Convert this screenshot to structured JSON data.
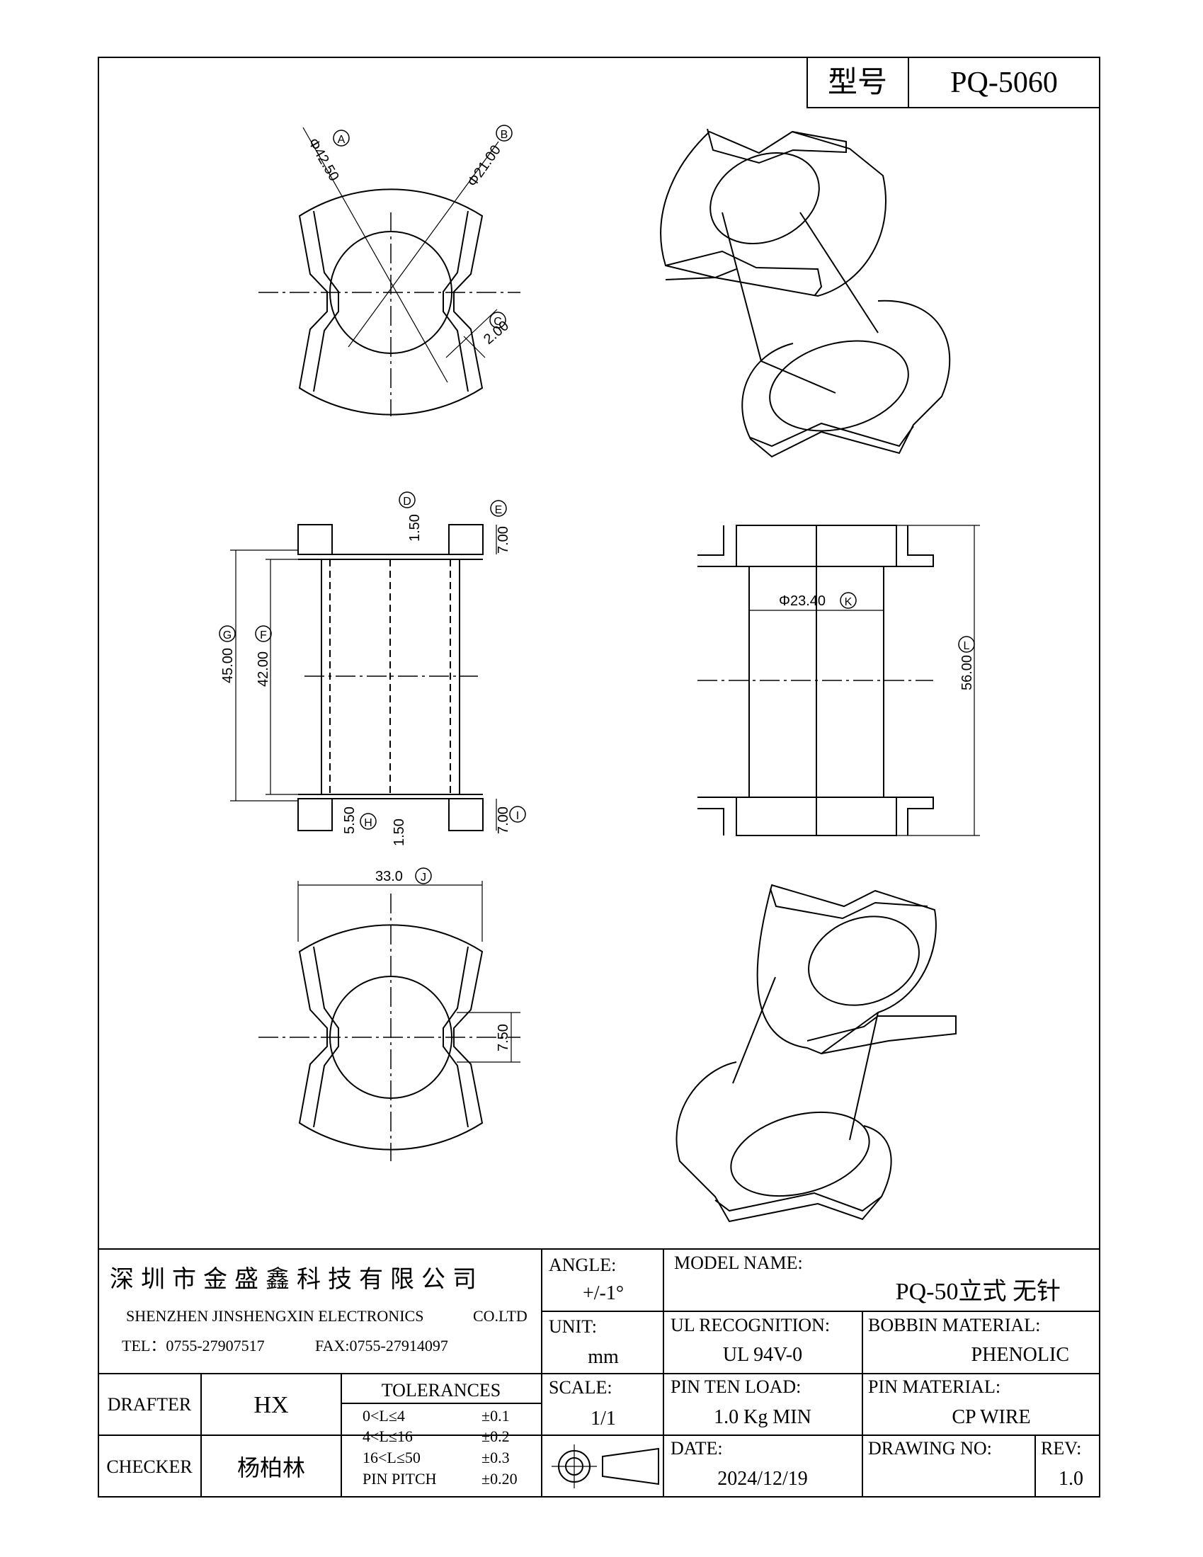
{
  "title_block": {
    "model_label": "型号",
    "model_value": "PQ-5060"
  },
  "company": {
    "name_cn": "深圳市金盛鑫科技有限公司",
    "name_en": "SHENZHEN JINSHENGXIN ELECTRONICS",
    "co": "CO.LTD",
    "tel": "TEL：0755-27907517",
    "fax": "FAX:0755-27914097"
  },
  "angle": {
    "label": "ANGLE:",
    "value": "+/-1°"
  },
  "unit": {
    "label": "UNIT:",
    "value": "mm"
  },
  "scale": {
    "label": "SCALE:",
    "value": "1/1"
  },
  "model_name": {
    "label": "MODEL NAME:",
    "value": "PQ-50立式 无针"
  },
  "ul": {
    "label": "UL RECOGNITION:",
    "value": "UL 94V-0"
  },
  "bobbin_material": {
    "label": "BOBBIN MATERIAL:",
    "value": "PHENOLIC"
  },
  "pin_ten_load": {
    "label": "PIN TEN LOAD:",
    "value": "1.0 Kg MIN"
  },
  "pin_material": {
    "label": "PIN MATERIAL:",
    "value": "CP WIRE"
  },
  "date": {
    "label": "DATE:",
    "value": "2024/12/19"
  },
  "drawing_no": {
    "label": "DRAWING NO:",
    "value": ""
  },
  "rev": {
    "label": "REV:",
    "value": "1.0"
  },
  "drafter": {
    "label": "DRAFTER",
    "value": "HX"
  },
  "checker": {
    "label": "CHECKER",
    "value": "杨柏林"
  },
  "tolerances": {
    "title": "TOLERANCES",
    "rows": [
      {
        "range": "0<L≤4",
        "tol": "±0.1"
      },
      {
        "range": "4<L≤16",
        "tol": "±0.2"
      },
      {
        "range": "16<L≤50",
        "tol": "±0.3"
      },
      {
        "range": "PIN PITCH",
        "tol": "±0.20"
      }
    ]
  },
  "dims": {
    "A": "Φ42.50",
    "A_tag": "A",
    "B": "Φ21.00",
    "B_tag": "B",
    "C": "2.00",
    "C_tag": "C",
    "D": "1.50",
    "D_tag": "D",
    "E": "7.00",
    "E_tag": "E",
    "G": "45.00",
    "G_tag": "G",
    "F": "42.00",
    "F_tag": "F",
    "H": "5.50",
    "H_tag": "H",
    "D2": "1.50",
    "I": "7.00",
    "I_tag": "I",
    "K": "Φ23.40",
    "K_tag": "K",
    "L": "56.00",
    "L_tag": "L",
    "J": "33.0",
    "J_tag": "J",
    "M": "7.50"
  }
}
